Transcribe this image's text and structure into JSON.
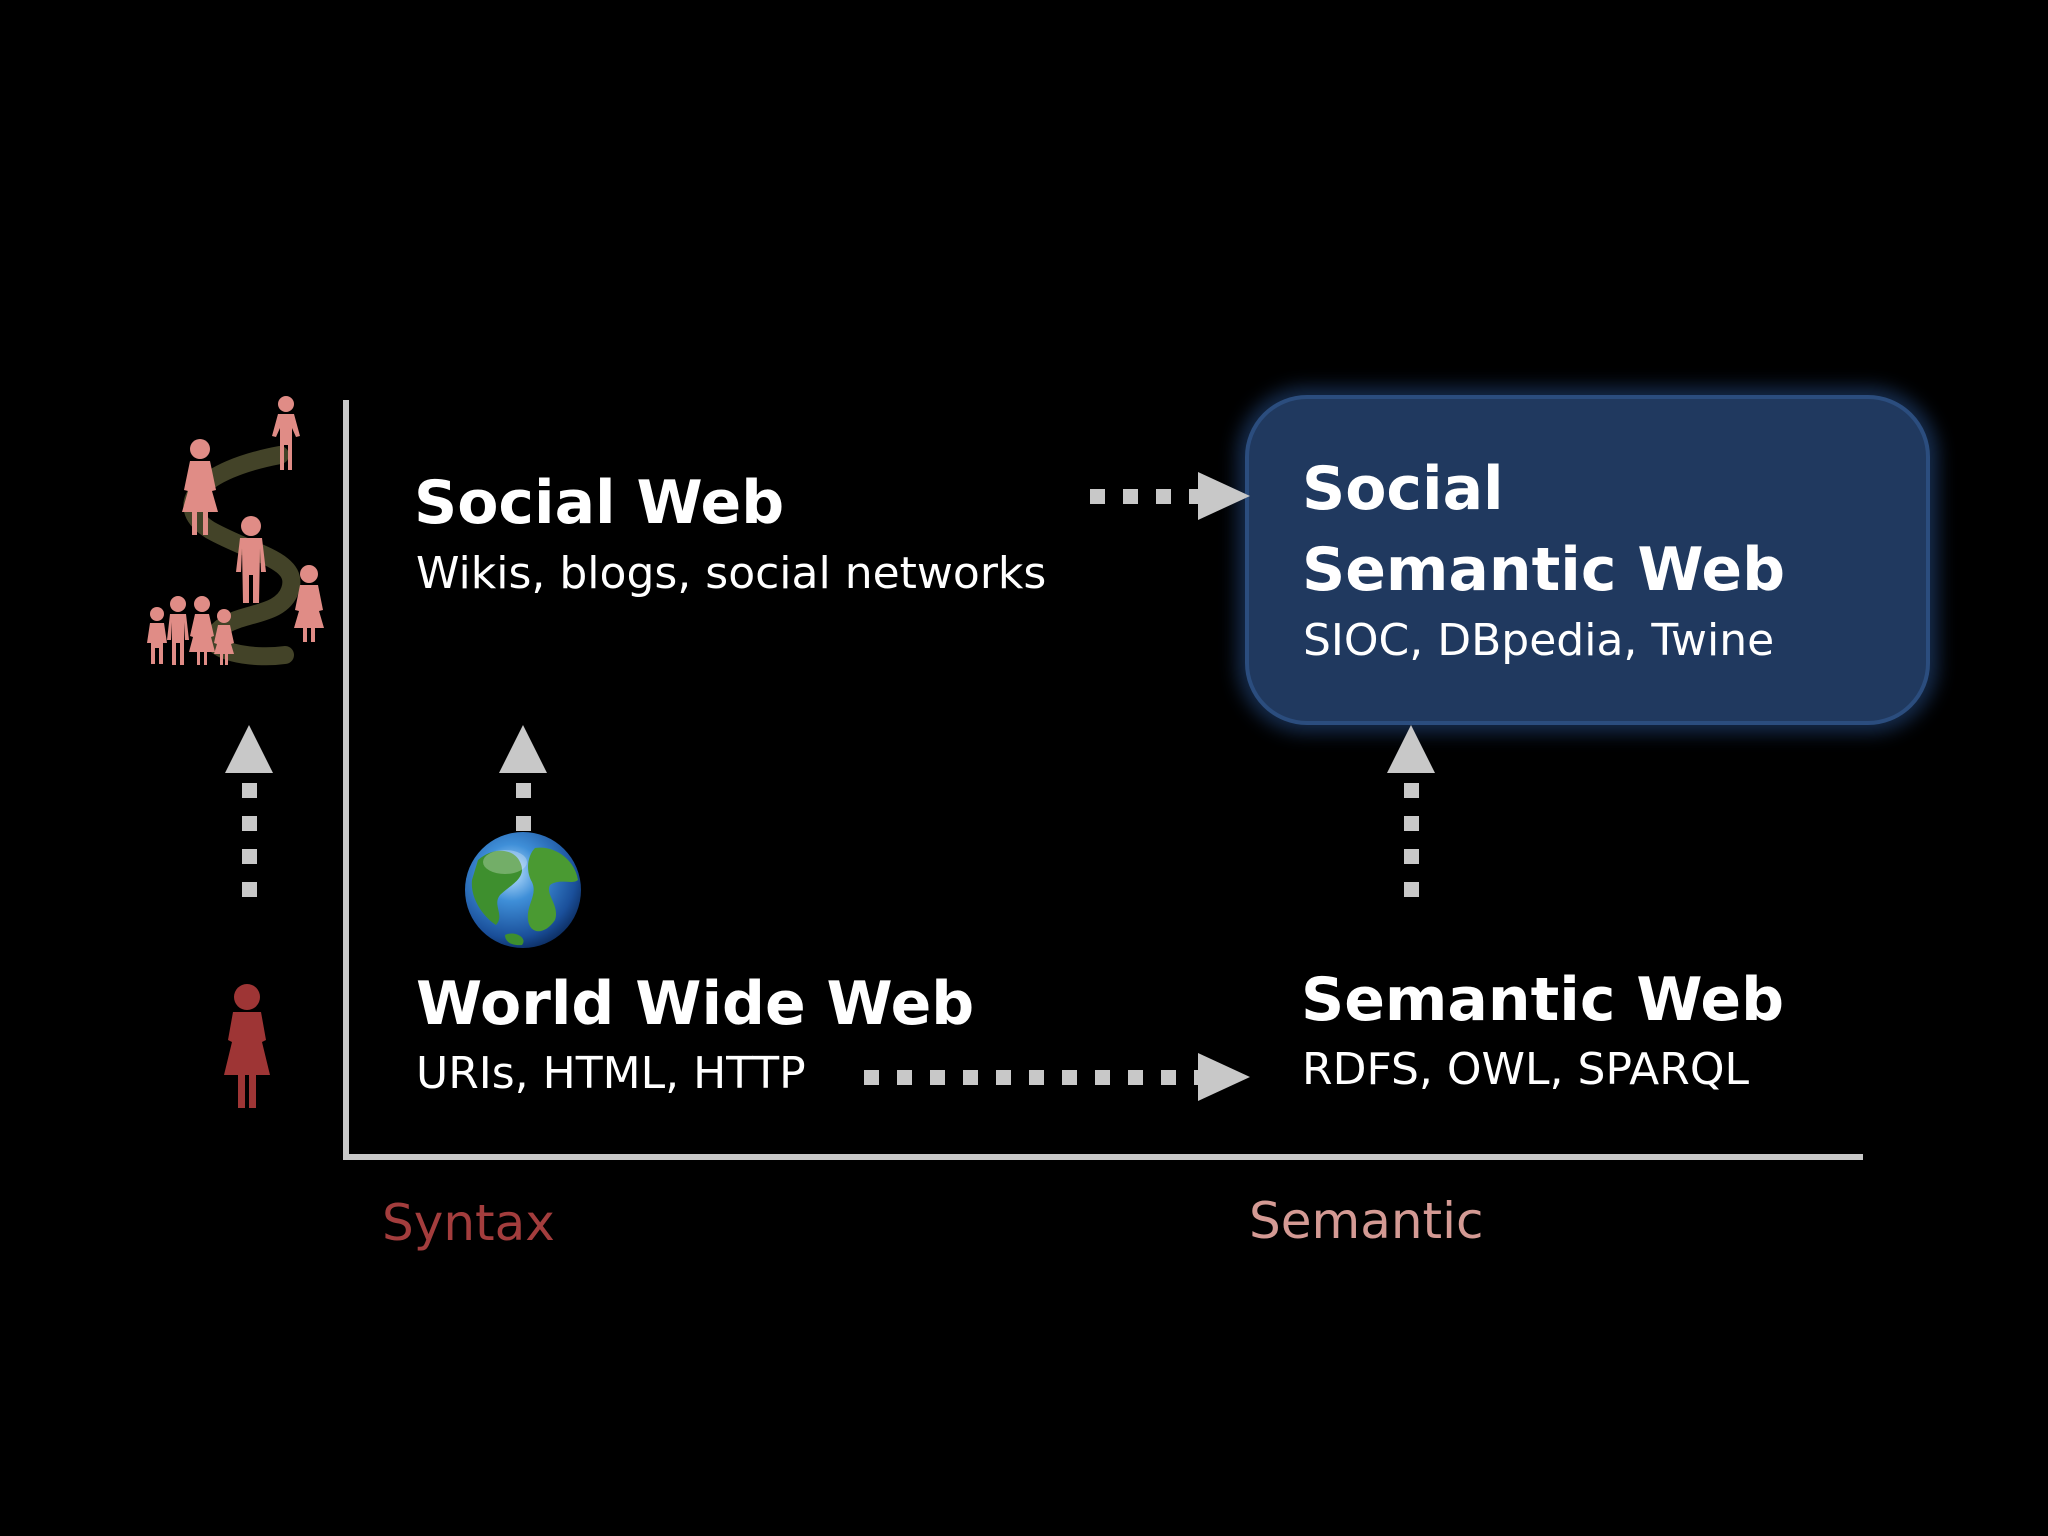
{
  "nodes": {
    "social_web": {
      "title": "Social Web",
      "subtitle": "Wikis, blogs, social networks"
    },
    "social_semantic_web": {
      "title_line1": "Social",
      "title_line2": "Semantic Web",
      "subtitle": "SIOC, DBpedia, Twine"
    },
    "world_wide_web": {
      "title": "World Wide Web",
      "subtitle": "URIs, HTML, HTTP"
    },
    "semantic_web": {
      "title": "Semantic Web",
      "subtitle": "RDFS, OWL, SPARQL"
    }
  },
  "axes": {
    "x_syntax": "Syntax",
    "x_semantic": "Semantic"
  },
  "icons": {
    "single_person": "person-icon",
    "network": "social-network-icon",
    "globe": "globe-icon"
  },
  "colors": {
    "background": "#000000",
    "highlight_box": "#20395f",
    "arrow": "#c8c8c8",
    "axis": "#c8c8c8",
    "syntax_label": "#a33d3d",
    "semantic_label": "#d49a94",
    "person_dark": "#9e3535",
    "person_light": "#e08c86"
  }
}
